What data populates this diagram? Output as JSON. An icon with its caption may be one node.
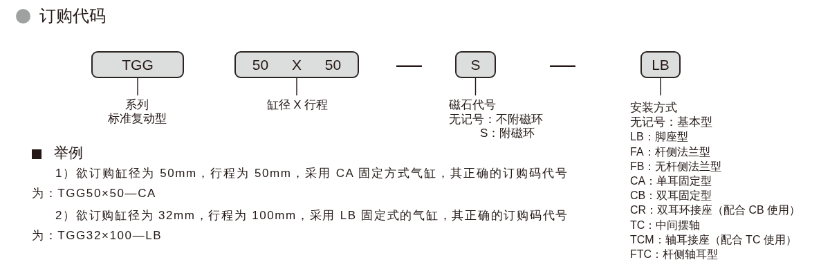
{
  "diagram": {
    "title": "订购代码",
    "nodes": [
      {
        "text": [
          "TGG"
        ]
      },
      {
        "text": [
          "50 X 50"
        ]
      },
      {
        "text": [
          "S"
        ]
      },
      {
        "text": [
          "LB"
        ]
      },
      {
        "text": [
          "系列",
          "标准复动型"
        ]
      },
      {
        "text": [
          "缸径 X 行程"
        ]
      },
      {
        "text": [
          "磁石代号",
          "无记号：不附磁环",
          "S：附磁环"
        ]
      },
      {
        "text": [
          "安装方式",
          "无记号：基本型",
          "LB：脚座型",
          "FA：杆侧法兰型",
          "FB：无杆侧法兰型",
          "CA：单耳固定型",
          "CB：双耳固定型",
          "CR：双耳环接座（配合 CB 使用）",
          "TC：中间摆轴",
          "TCM：轴耳接座（配合 TC 使用）",
          "FTC：杆侧轴耳型"
        ]
      }
    ],
    "edges": [
      {
        "from": 0,
        "to": 4,
        "arrow": "none"
      },
      {
        "from": 1,
        "to": 5,
        "arrow": "none"
      },
      {
        "from": 2,
        "to": 6,
        "arrow": "none"
      },
      {
        "from": 3,
        "to": 7,
        "arrow": "none"
      }
    ],
    "labels": [
      "—",
      "—",
      "举例",
      "1）欲订购缸径为 50mm，行程为 50mm，采用 CA 固定方式气缸，其正确的订购码代号为：TGG50×50—CA",
      "2）欲订购缸径为 32mm，行程为 100mm，采用 LB 固定式的气缸，其正确的订购码代号为：TGG32×100—LB"
    ]
  }
}
